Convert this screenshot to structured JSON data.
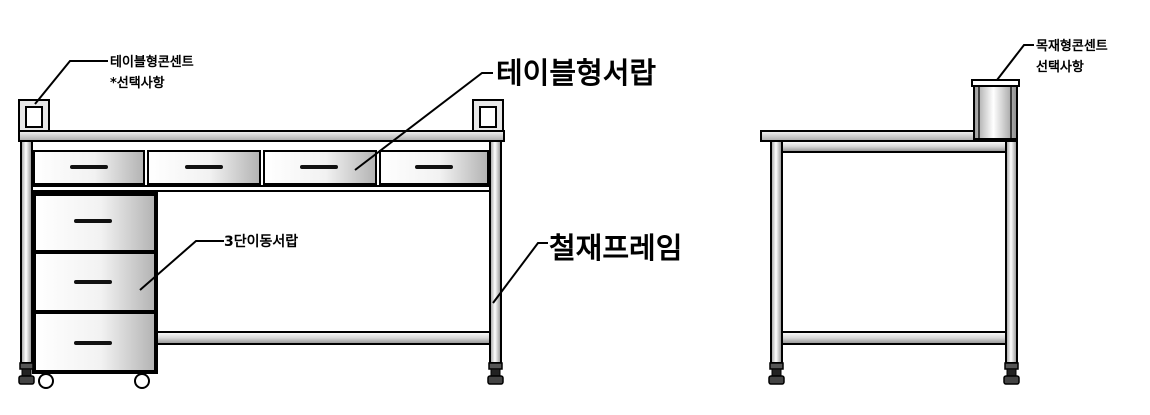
{
  "labels": {
    "outlet_top": "테이블형콘센트",
    "outlet_option": "*선택사항",
    "table_drawer": "테이블형서랍",
    "three_drawer": "3단이동서랍",
    "steel_frame": "철재프레임",
    "wood_outlet_top": "목재형콘센트",
    "wood_outlet_option": "선택사항"
  },
  "colors": {
    "line": "#000000",
    "metal_light": "#ffffff",
    "metal_dark": "#b8b8b8",
    "handle": "#111111"
  }
}
